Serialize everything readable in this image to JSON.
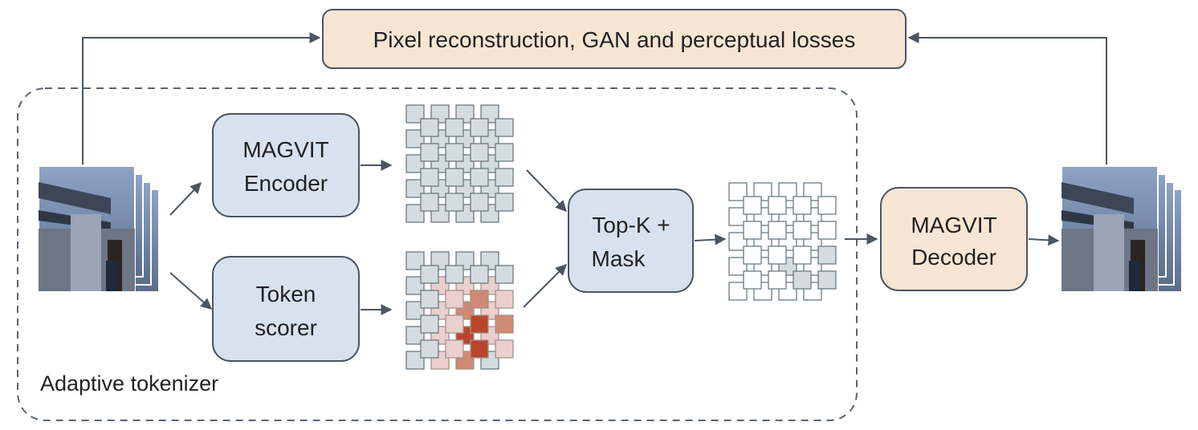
{
  "diagram": {
    "loss_box": {
      "label": "Pixel reconstruction, GAN and perceptual losses"
    },
    "encoder_box": {
      "lines": [
        "MAGVIT",
        "Encoder"
      ]
    },
    "scorer_box": {
      "lines": [
        "Token",
        "scorer"
      ]
    },
    "topk_box": {
      "lines": [
        "Top-K +",
        "Mask"
      ]
    },
    "decoder_box": {
      "lines": [
        "MAGVIT",
        "Decoder"
      ]
    },
    "group": {
      "label": "Adaptive tokenizer"
    }
  },
  "colors": {
    "blue_box": "#d8e2ef",
    "blue_stroke": "#4b5563",
    "tan_box": "#f6e6d3",
    "token_fill": "#d4dcdf",
    "token_stroke": "#6b7b82",
    "score_light": "#ebcfcc",
    "score_mid": "#d08a74",
    "score_dark": "#b9462c",
    "arrow": "#4b5563"
  }
}
